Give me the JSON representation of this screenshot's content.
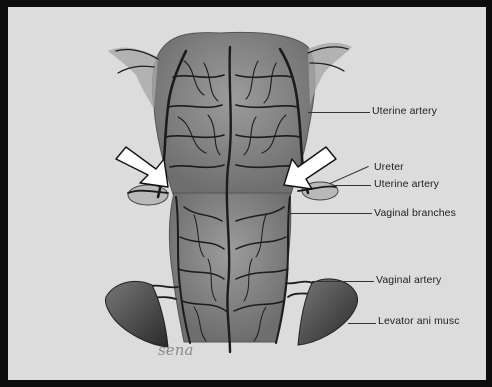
{
  "labels": {
    "uterine_artery_top": "Uterine artery",
    "ureter": "Ureter",
    "uterine_artery_mid": "Uterine artery",
    "vaginal_branches": "Vaginal branches",
    "vaginal_artery": "Vaginal artery",
    "levator_ani": "Levator ani musc"
  },
  "signature": "sena",
  "colors": {
    "background": "#dcdcdc",
    "tissue": "#8f8f8f",
    "vessel": "#1c1c1c",
    "muscle": "#3a3a3a",
    "arrow_fill": "#ffffff"
  }
}
